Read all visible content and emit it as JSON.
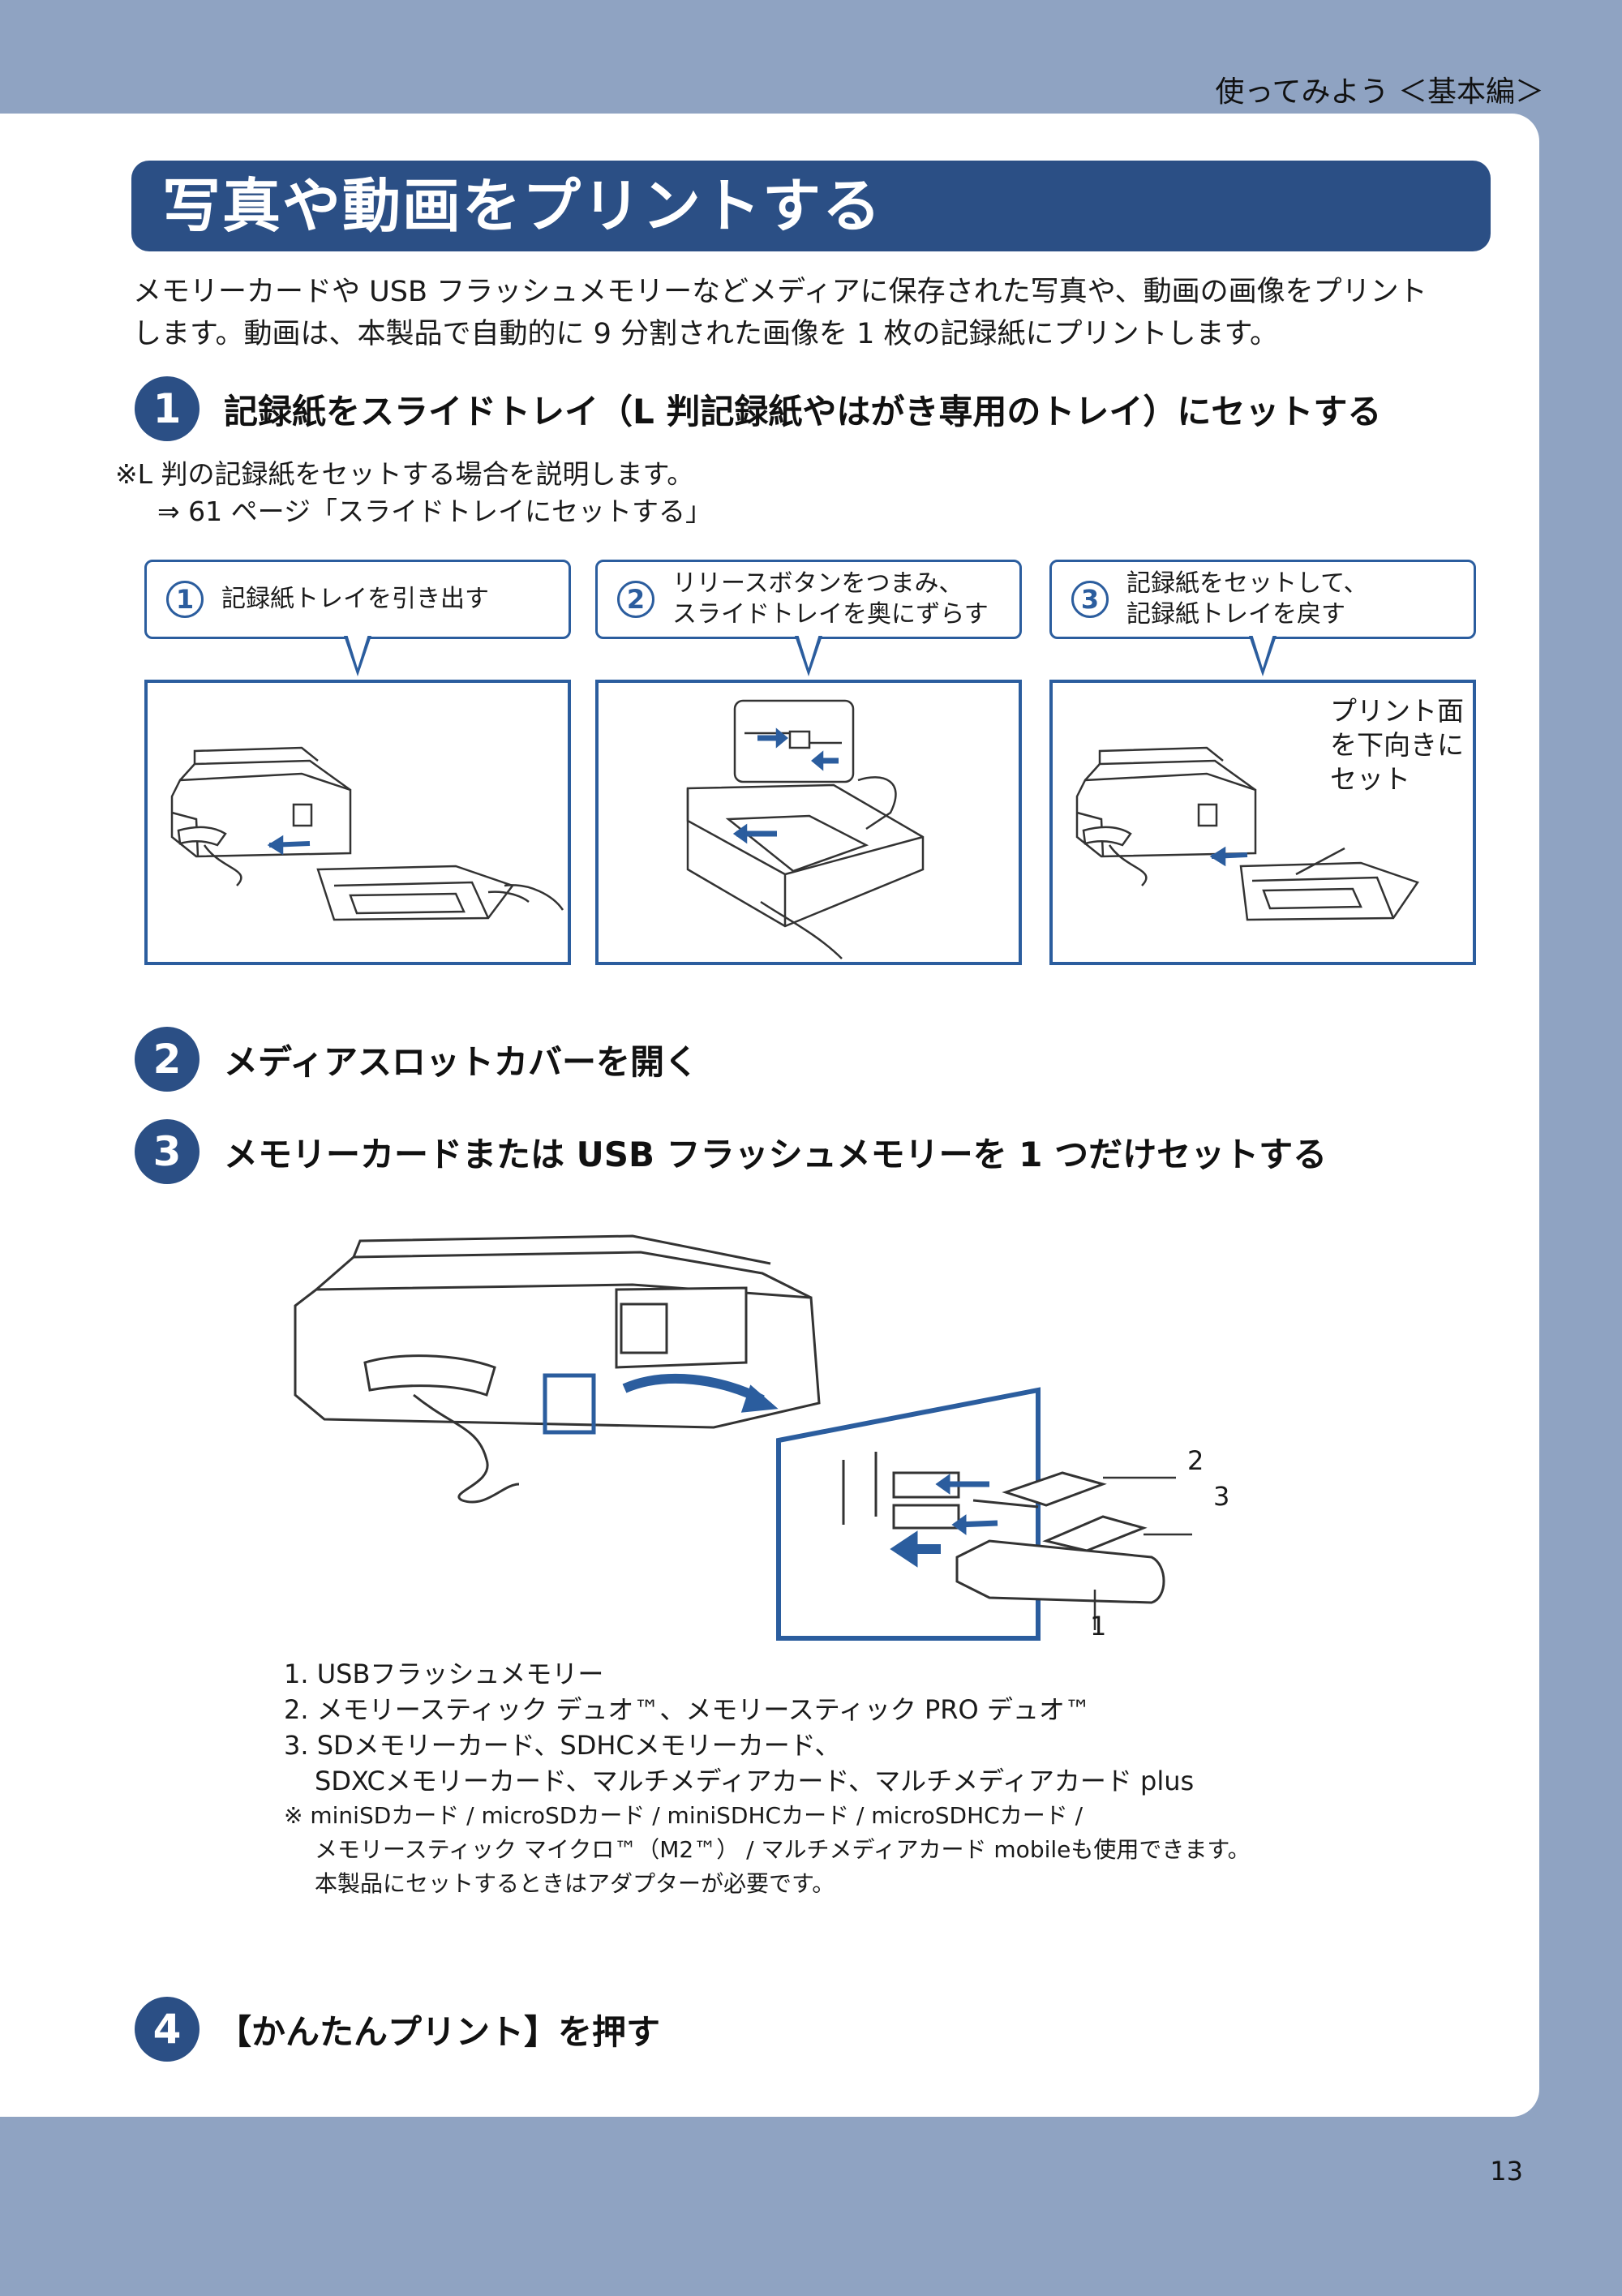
{
  "header": {
    "crumb": "使ってみよう ＜基本編＞"
  },
  "page_number": "13",
  "title": "写真や動画をプリントする",
  "intro": {
    "line1": "メモリーカードや USB フラッシュメモリーなどメディアに保存された写真や、動画の画像をプリント",
    "line2": "します。動画は、本製品で自動的に 9 分割された画像を 1 枚の記録紙にプリントします。"
  },
  "steps": [
    {
      "num": "1",
      "text": "記録紙をスライドトレイ（L 判記録紙やはがき専用のトレイ）にセットする"
    },
    {
      "num": "2",
      "text": "メディアスロットカバーを開く"
    },
    {
      "num": "3",
      "text": "メモリーカードまたは USB フラッシュメモリーを 1 つだけセットする"
    },
    {
      "num": "4",
      "text": "【かんたんプリント】を押す"
    }
  ],
  "step1_note": {
    "line1": "※L 判の記録紙をセットする場合を説明します。",
    "line2": "⇒ 61 ページ「スライドトレイにセットする」"
  },
  "panels": [
    {
      "num": "1",
      "line1": "記録紙トレイを引き出す",
      "line2": ""
    },
    {
      "num": "2",
      "line1": "リリースボタンをつまみ、",
      "line2": "スライドトレイを奥にずらす"
    },
    {
      "num": "3",
      "line1": "記録紙をセットして、",
      "line2": "記録紙トレイを戻す"
    }
  ],
  "print_face": {
    "line1": "プリント面",
    "line2": "を下向きに",
    "line3": "セット"
  },
  "callouts": {
    "c1": "1",
    "c2": "2",
    "c3": "3"
  },
  "media_list": {
    "item1": "1. USBフラッシュメモリー",
    "item2": "2. メモリースティック デュオ™、メモリースティック PRO デュオ™",
    "item3a": "3. SDメモリーカード、SDHCメモリーカード、",
    "item3b": "SDXCメモリーカード、マルチメディアカード、マルチメディアカード plus",
    "note1": "※ miniSDカード / microSDカード / miniSDHCカード / microSDHCカード /",
    "note2": "メモリースティック マイクロ™（M2™） / マルチメディアカード mobileも使用できます。",
    "note3": "本製品にセットするときはアダプターが必要です。"
  },
  "colors": {
    "accent": "#2b4f85",
    "frame": "#2b5d9e",
    "background": "#8fa3c2"
  }
}
